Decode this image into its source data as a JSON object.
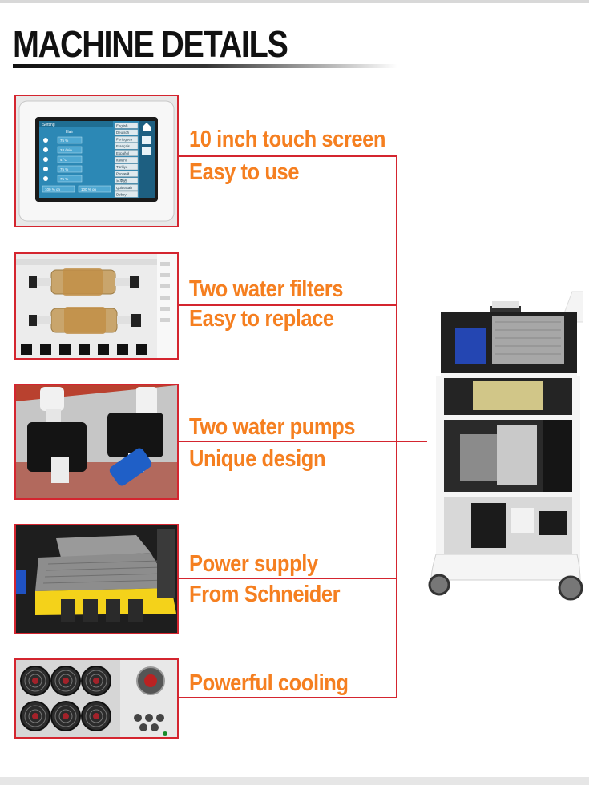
{
  "header": {
    "title": "MACHINE DETAILS"
  },
  "features": [
    {
      "line1": "10 inch touch screen",
      "line2": "Easy to use"
    },
    {
      "line1": "Two water filters",
      "line2": "Easy to replace"
    },
    {
      "line1": "Two water pumps",
      "line2": "Unique design"
    },
    {
      "line1": "Power supply",
      "line2": "From Schneider"
    },
    {
      "line1": "Powerful cooling"
    }
  ],
  "touchscreen": {
    "tab": "Setting",
    "heading": "Hair",
    "languages": [
      "English",
      "Deutsch",
      "Portugues",
      "Français",
      "Español",
      "Italiano",
      "Türkiye",
      "Руccкий",
      "日本語",
      "Quitzakah",
      "Dobby"
    ],
    "rows": [
      "75 %",
      "3 L/min",
      "4 °C",
      "75 %",
      "75 %"
    ],
    "bottom_left": "100 % on",
    "bottom_right": "100 % on"
  },
  "colors": {
    "accent": "#f57f20",
    "frame": "#d4252f",
    "title": "#111111"
  }
}
